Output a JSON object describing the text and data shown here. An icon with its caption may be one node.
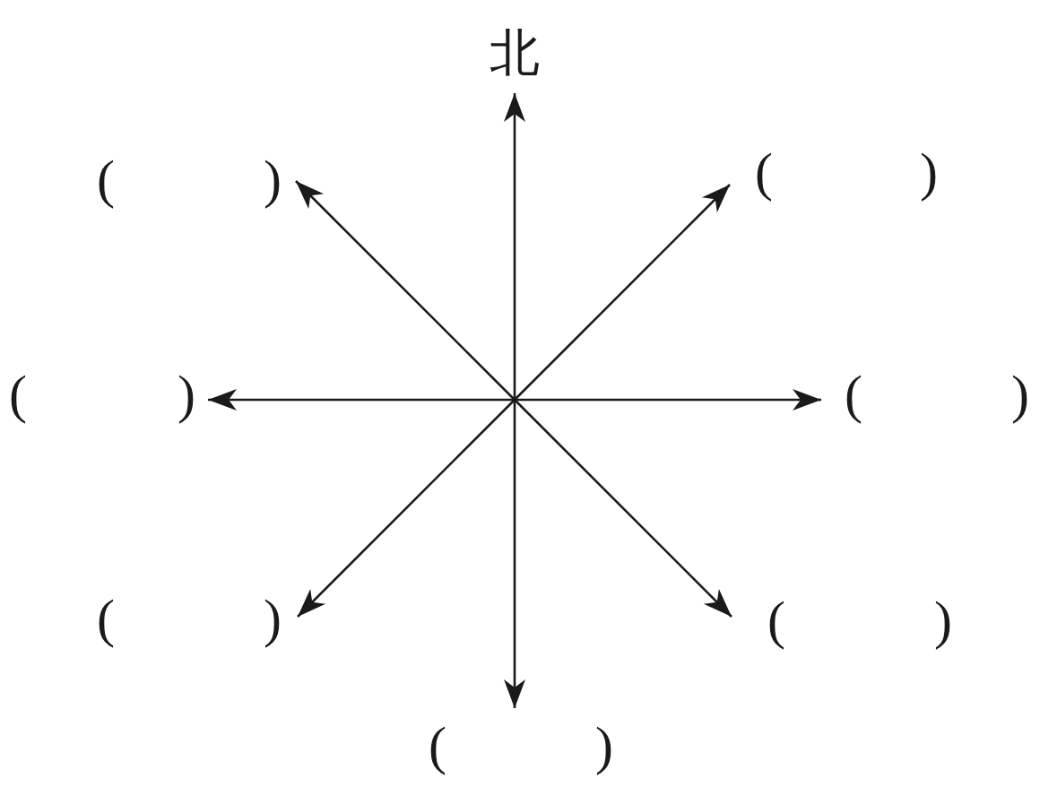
{
  "diagram": {
    "nodes": [
      {
        "text": [
          "北"
        ]
      },
      {
        "text": [
          "(",
          ")"
        ]
      },
      {
        "text": [
          "(",
          ")"
        ]
      },
      {
        "text": [
          "(",
          ")"
        ]
      },
      {
        "text": [
          "(",
          ")"
        ]
      },
      {
        "text": [
          "(",
          ")"
        ]
      },
      {
        "text": [
          "(",
          ")"
        ]
      },
      {
        "text": [
          "(",
          ")"
        ]
      }
    ],
    "edges": [
      {
        "from": null,
        "to": 0,
        "arrow": "to"
      },
      {
        "from": null,
        "to": 1,
        "arrow": "to"
      },
      {
        "from": null,
        "to": 2,
        "arrow": "to"
      },
      {
        "from": null,
        "to": 3,
        "arrow": "to"
      },
      {
        "from": null,
        "to": 4,
        "arrow": "to"
      },
      {
        "from": null,
        "to": 5,
        "arrow": "to"
      },
      {
        "from": null,
        "to": 6,
        "arrow": "to"
      },
      {
        "from": null,
        "to": 7,
        "arrow": "to"
      }
    ]
  }
}
